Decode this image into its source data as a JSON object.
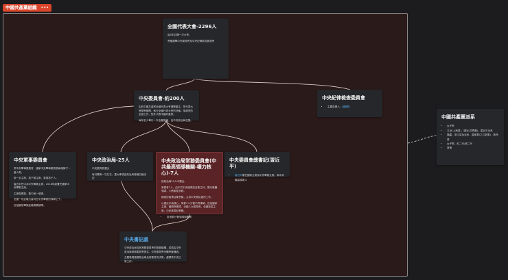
{
  "group": {
    "label": "中國共產黨組織",
    "menu": "•••"
  },
  "nodes": {
    "congress": {
      "title": "全國代表大會-2296人",
      "lines": [
        "每5年召開一次大會。",
        "會議選舉中央委員會及中央紀律檢查委員會"
      ]
    },
    "central_committee": {
      "title": "中央委員會-約200人",
      "lines": [
        "由約中國共產黨全國代表大會選舉產生，黨代表大會閉會期間，執行全國代表大會的決議，領導黨的全部工作，對外代表中國共產黨。",
        "每年至少舉行一次全體會議，由中央政治局召集。"
      ]
    },
    "discipline": {
      "title": "中央紀律檢查委員會",
      "items": [
        {
          "text": "主要負責人：",
          "link": "趙樂際"
        }
      ]
    },
    "factions": {
      "title": "中國共產黨派系",
      "items": [
        "太子黨",
        "",
        "江派(上海幫)、團派(共青團)、習近平派系",
        "福建、浙江幫及派系、習家軍(之江新軍)、陝西幫",
        "太子黨、紅二代/官二代",
        "其他"
      ]
    },
    "military": {
      "title": "中央軍事委員會",
      "lines": [
        "黨中央軍事委員會、國家中央軍事委員會兩塊牌子一套人馬。",
        "設一名主席、若干副主席、委員若干人。",
        "習近平任中共中央軍委主席，2018年起兼任國家中央軍委主席。",
        "主席負責制，集中統一領導。",
        "全國一切武裝力量均在中央軍委的領導之下，",
        "包括解放軍與武裝警察部隊。"
      ]
    },
    "politburo": {
      "title": "中央政治局-25人",
      "lines": [
        "中央委員會選出",
        "每月開會一次左右，重大事項由政治局會議討論決定"
      ]
    },
    "standing": {
      "title": "中央政治局常務委員會(中共最高領導機關-權力核心)-7人",
      "lines": [
        "從政治局25人中選出。",
        "常委會7人，由中共中央總書記召集主持，實行集體領導，少數服從多數。",
        "總書記負責召集會議，主持中央書記處的工作。",
        "以習近平為核心，常委7人分管不同領域，包括國家主席、國務院總理、全國人大委員長、全國政協主席、中紀委書記等職。"
      ],
      "items": [
        "各常委分管領域與職責"
      ]
    },
    "general_secretary": {
      "title": "中央委員會總書記(習近平)",
      "items": [
        {
          "link": "習近平",
          "text": "兼任國家主席及中央軍委主席，為中共最高領導人"
        }
      ]
    },
    "secretariat": {
      "title": "中央書記處",
      "lines": [
        "中央政治局及其常務委員會的辦事機構，成員由中央政治局常務委員會提名，中央委員會全體會議通過。",
        "主要負責落實政治局及常委會的決策，處理黨中央日常工作。"
      ]
    }
  },
  "colors": {
    "group_bg": "#2b1a1a",
    "card_bg": "#25272a",
    "highlight_card": "#5a2326",
    "label_bg": "#d9452b",
    "link": "#5aa9e6"
  }
}
